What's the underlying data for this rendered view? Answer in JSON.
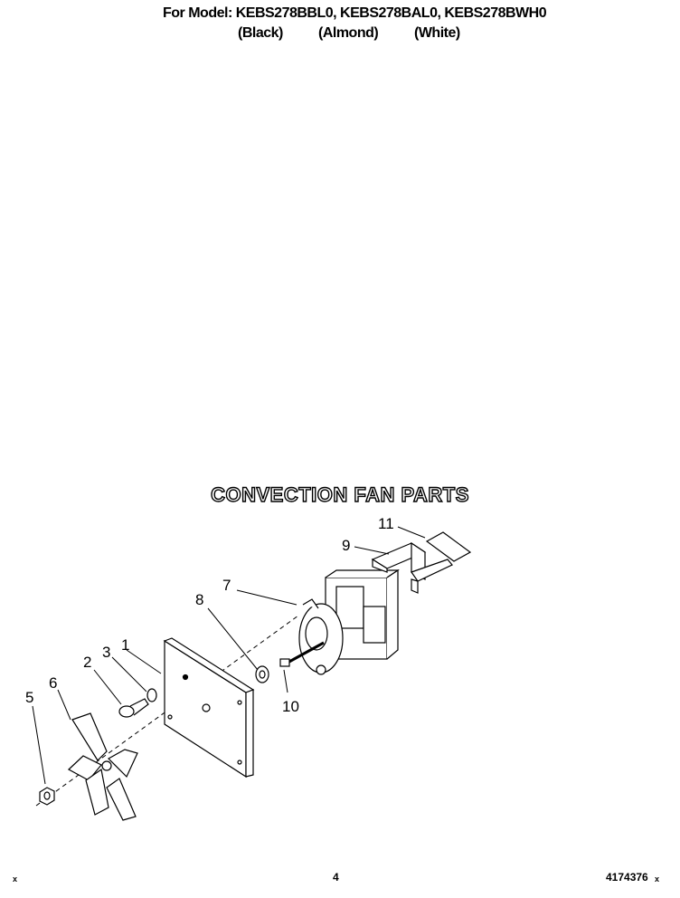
{
  "header": {
    "models": "For Model: KEBS278BBL0, KEBS278BAL0, KEBS278BWH0",
    "colors": [
      "(Black)",
      "(Almond)",
      "(White)"
    ]
  },
  "section_title": "CONVECTION FAN PARTS",
  "callouts": [
    "1",
    "2",
    "3",
    "5",
    "6",
    "7",
    "8",
    "9",
    "10",
    "11"
  ],
  "footer": {
    "page_number": "4",
    "doc_number": "4174376",
    "mark_left": "x",
    "mark_right": "x"
  }
}
